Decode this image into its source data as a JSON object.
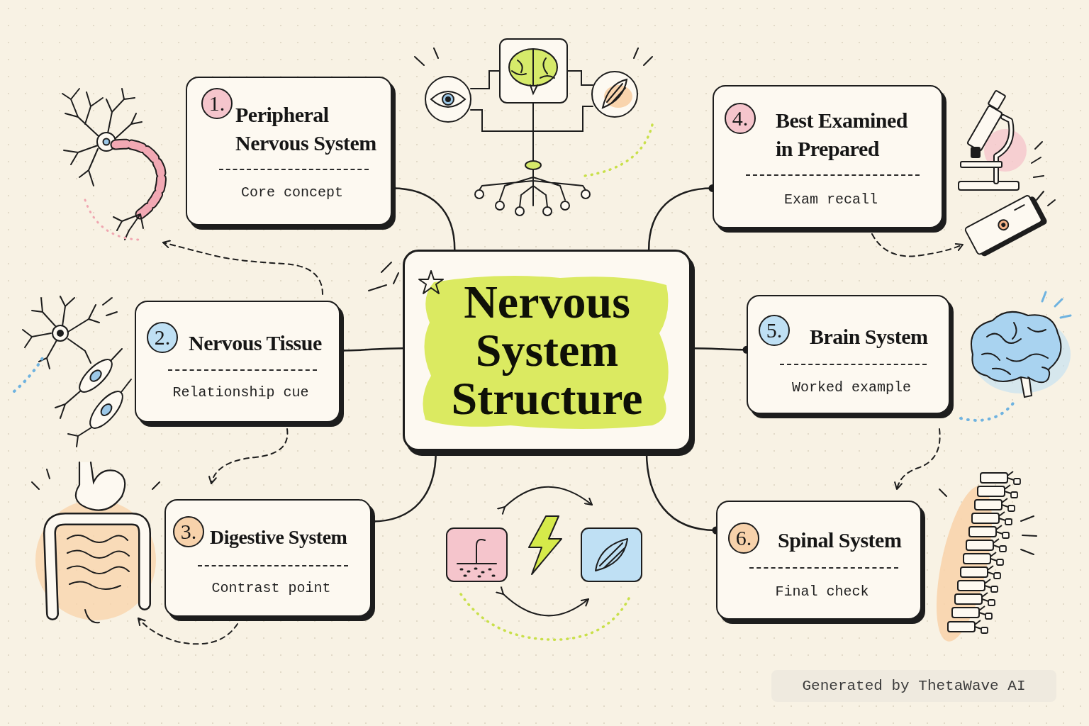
{
  "diagram": {
    "nodes": [
      {
        "text": [
          "Nervous System Structure"
        ]
      },
      {
        "text": [
          "1.",
          "Peripheral Nervous System",
          "Core concept"
        ]
      },
      {
        "text": [
          "2.",
          "Nervous Tissue",
          "Relationship cue"
        ]
      },
      {
        "text": [
          "3.",
          "Digestive System",
          "Contrast point"
        ]
      },
      {
        "text": [
          "4.",
          "Best Examined in Prepared",
          "Exam recall"
        ]
      },
      {
        "text": [
          "5.",
          "Brain System",
          "Worked example"
        ]
      },
      {
        "text": [
          "6.",
          "Spinal System",
          "Final check"
        ]
      }
    ],
    "edges": [
      {
        "from": 0,
        "to": 1,
        "arrow": "none"
      },
      {
        "from": 0,
        "to": 2,
        "arrow": "none"
      },
      {
        "from": 0,
        "to": 3,
        "arrow": "none"
      },
      {
        "from": 0,
        "to": 4,
        "arrow": "none"
      },
      {
        "from": 0,
        "to": 5,
        "arrow": "none"
      },
      {
        "from": 0,
        "to": 6,
        "arrow": "none"
      }
    ],
    "labels": [
      "Generated by ThetaWave AI"
    ]
  }
}
